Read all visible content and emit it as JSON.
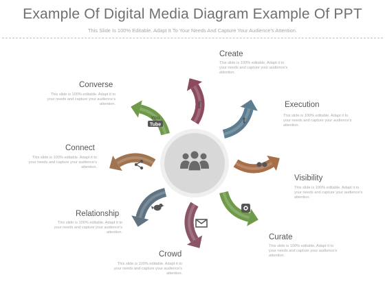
{
  "header": {
    "title": "Example Of Digital Media Diagram Example Of PPT",
    "subtitle": "This Slide Is 100% Editable. Adapt It To Your Needs And Capture Your Audience's Attention."
  },
  "items": [
    {
      "label": "Create",
      "desc": "This slide is 100% editable. Adapt it to your needs and capture your audience's attention.",
      "color": "#8d4a5d",
      "icon": "facebook-icon"
    },
    {
      "label": "Execution",
      "desc": "This slide is 100% editable. Adapt it to your needs and capture your audience's attention.",
      "color": "#5e7d90",
      "icon": "twitter-icon"
    },
    {
      "label": "Visibility",
      "desc": "This slide is 100% editable. Adapt it to your needs and capture your audience's attention.",
      "color": "#a86e48",
      "icon": "flickr-icon"
    },
    {
      "label": "Curate",
      "desc": "This slide is 100% editable. Adapt it to your needs and capture your audience's attention.",
      "color": "#6f9a4a",
      "icon": "instagram-icon"
    },
    {
      "label": "Crowd",
      "desc": "This slide is 100% editable. Adapt it to your needs and capture your audience's attention.",
      "color": "#8a5567",
      "icon": "mail-icon"
    },
    {
      "label": "Relationship",
      "desc": "This slide is 100% editable. Adapt it to your needs and capture your audience's attention.",
      "color": "#5f7382",
      "icon": "bird-icon"
    },
    {
      "label": "Connect",
      "desc": "This slide is 100% editable. Adapt it to your needs and capture your audience's attention.",
      "color": "#a0744f",
      "icon": "share-icon"
    },
    {
      "label": "Converse",
      "desc": "This slide is 100% editable. Adapt it to your needs and capture your audience's attention.",
      "color": "#6f9a4a",
      "icon": "youtube-icon"
    }
  ],
  "youtube": {
    "top": "You",
    "bottom": "Tube"
  },
  "center": {
    "icon": "people-group-icon",
    "fill": "#d8d8d8",
    "ring": "#efefef",
    "icon_color": "#6a6a6a"
  }
}
